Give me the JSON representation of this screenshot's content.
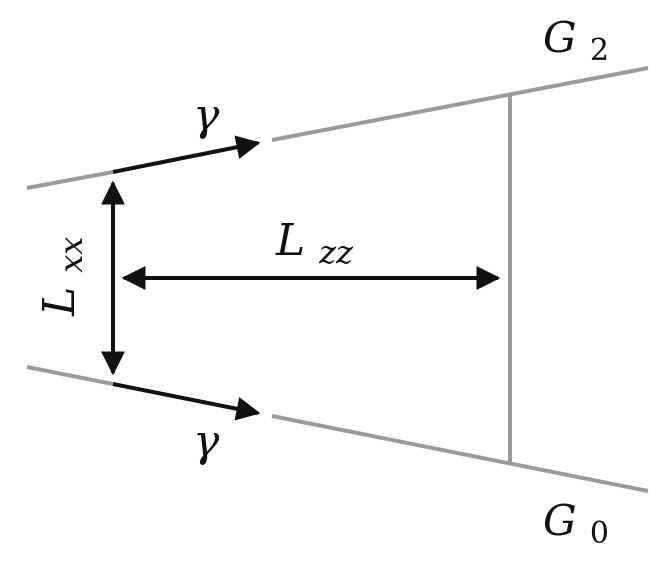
{
  "labels": {
    "g2_main": "G",
    "g2_sub": "2",
    "g0_main": "G",
    "g0_sub": "0",
    "gamma_top": "γ",
    "gamma_bottom": "γ",
    "lzz_main": "L",
    "lzz_sub": "zz",
    "lxx_main": "L",
    "lxx_sub": "xx"
  },
  "colors": {
    "gray_line": "#9a9a9a",
    "arrow": "#111111",
    "text": "#111111"
  }
}
